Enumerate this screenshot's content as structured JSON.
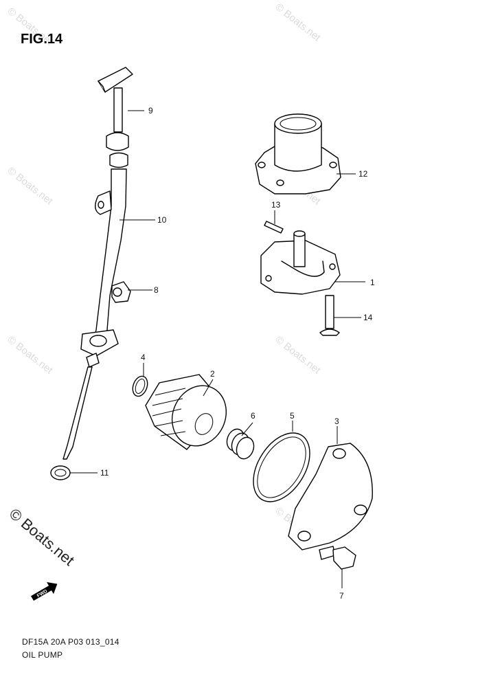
{
  "figure": {
    "title": "FIG.14",
    "code": "DF15A 20A P03 013_014",
    "name": "OIL PUMP",
    "direction_badge": "FWD",
    "direction_badge_icon": "forward-arrow-icon"
  },
  "watermarks": {
    "small": "© Boats.net",
    "main": "© Boats.net"
  },
  "callouts": [
    {
      "id": "c1",
      "label": "1",
      "part": "pump-body"
    },
    {
      "id": "c2",
      "label": "2",
      "part": "oil-filter"
    },
    {
      "id": "c3",
      "label": "3",
      "part": "pump-cover"
    },
    {
      "id": "c4",
      "label": "4",
      "part": "o-ring-small"
    },
    {
      "id": "c5",
      "label": "5",
      "part": "o-ring-large"
    },
    {
      "id": "c6",
      "label": "6",
      "part": "spring"
    },
    {
      "id": "c7",
      "label": "7",
      "part": "cover-bolt"
    },
    {
      "id": "c8",
      "label": "8",
      "part": "guide-bolt"
    },
    {
      "id": "c9",
      "label": "9",
      "part": "dipstick"
    },
    {
      "id": "c10",
      "label": "10",
      "part": "dipstick-guide"
    },
    {
      "id": "c11",
      "label": "11",
      "part": "washer"
    },
    {
      "id": "c12",
      "label": "12",
      "part": "rotor-housing"
    },
    {
      "id": "c13",
      "label": "13",
      "part": "pin"
    },
    {
      "id": "c14",
      "label": "14",
      "part": "pump-screw"
    }
  ]
}
